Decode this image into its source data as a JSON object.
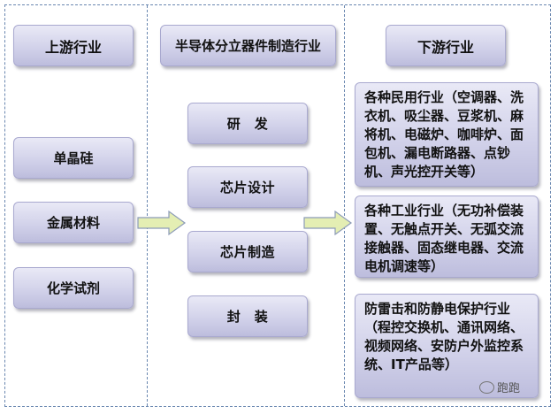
{
  "headers": {
    "upstream": "上游行业",
    "midstream": "半导体分立器件制造行业",
    "downstream": "下游行业"
  },
  "upstream_items": [
    "单晶硅",
    "金属材料",
    "化学试剂"
  ],
  "midstream_items": [
    "研　发",
    "芯片设计",
    "芯片制造",
    "封　装"
  ],
  "downstream_items": [
    "各种民用行业（空调器、洗衣机、吸尘器、豆浆机、麻将机、电磁炉、咖啡炉、面包机、漏电断路器、点钞机、声光控开关等）",
    "各种工业行业（无功补偿装置、无触点开关、无弧交流接触器、固态继电器、交流电机调速等）",
    "防雷击和防静电保护行业（程控交换机、通讯网络、视频网络、安防户外监控系统、IT产品等）"
  ],
  "watermark": "跑跑",
  "colors": {
    "box_top": "#e9e9f6",
    "box_bottom": "#bdbddd",
    "arrow_fill": "#e4eeb3",
    "arrow_stroke": "#8c9bb8",
    "dashed": "#6a87b0"
  }
}
